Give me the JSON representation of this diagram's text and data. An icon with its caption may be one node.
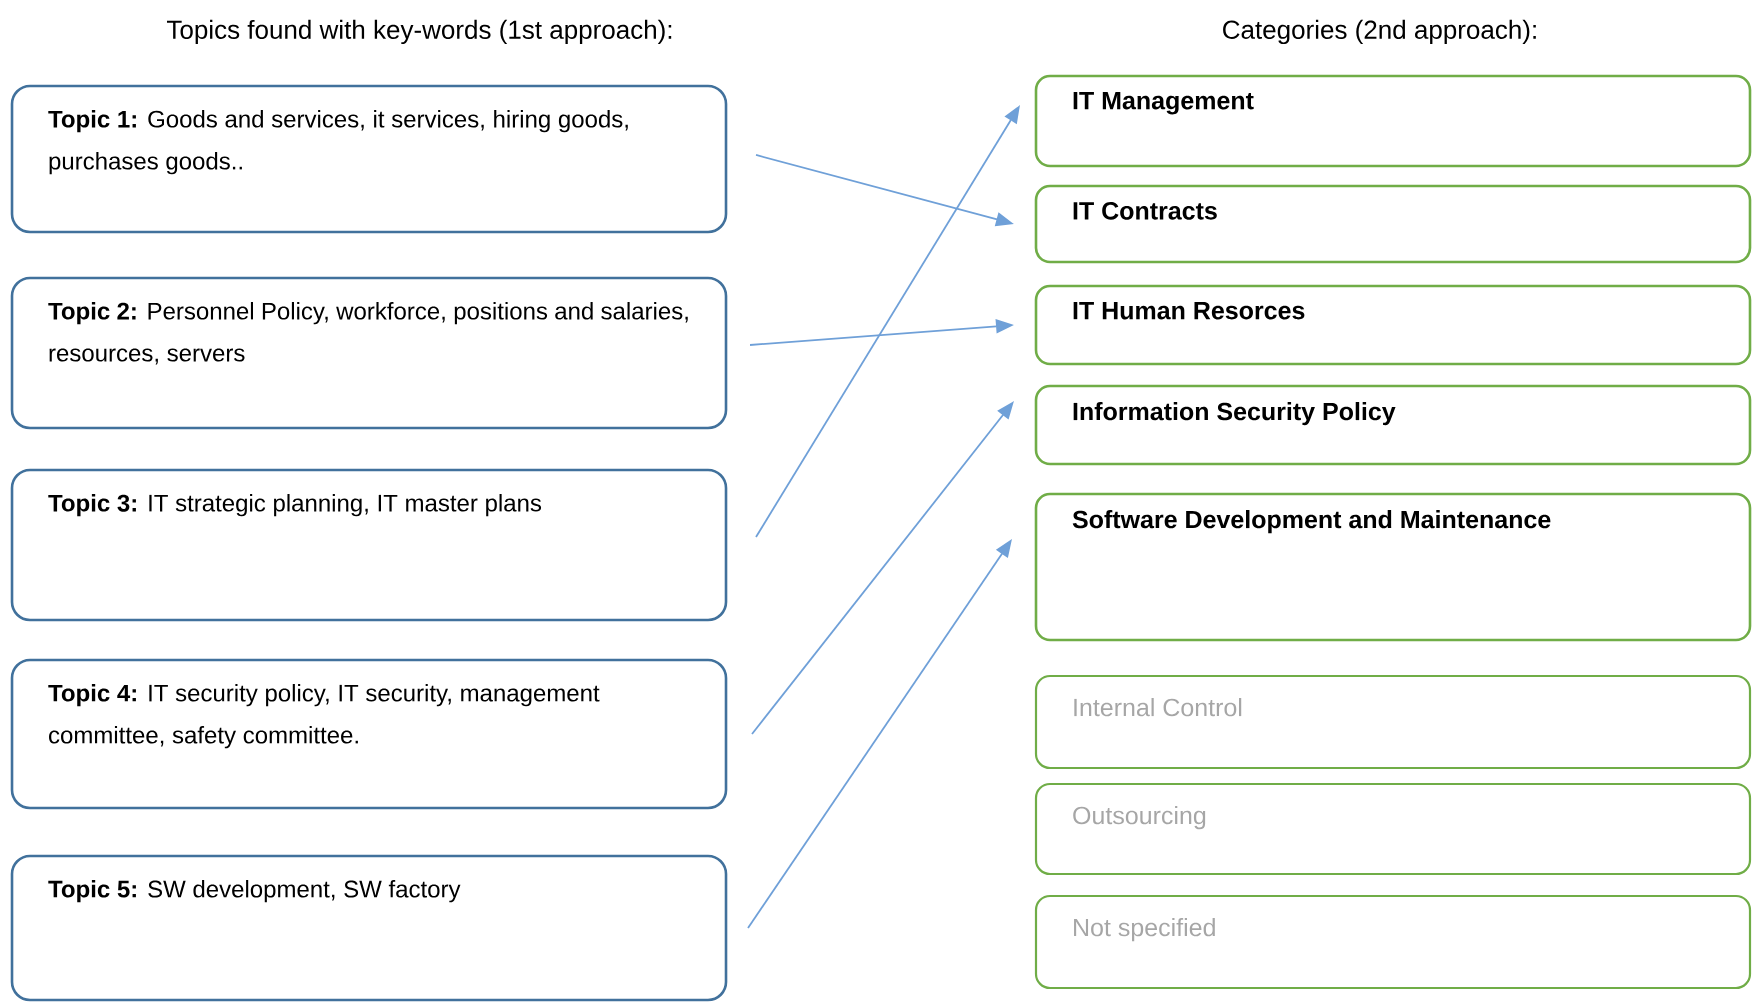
{
  "diagram": {
    "nodes": [
      {
        "text": [
          "**Topic 1:** Goods and services, it services, hiring goods, purchases goods.."
        ]
      },
      {
        "text": [
          "**Topic 2:** Personnel Policy, workforce, positions and salaries, resources, servers"
        ]
      },
      {
        "text": [
          "**Topic 3:** IT strategic planning, IT master plans"
        ]
      },
      {
        "text": [
          "**Topic 4:** IT security policy, IT security, management committee, safety committee."
        ]
      },
      {
        "text": [
          "**Topic 5:** SW development, SW factory"
        ]
      },
      {
        "text": [
          "IT Management"
        ]
      },
      {
        "text": [
          "IT Contracts"
        ]
      },
      {
        "text": [
          "IT Human Resorces"
        ]
      },
      {
        "text": [
          "Information Security Policy"
        ]
      },
      {
        "text": [
          "Software Development and Maintenance"
        ]
      },
      {
        "text": [
          "Internal Control"
        ]
      },
      {
        "text": [
          "Outsourcing"
        ]
      },
      {
        "text": [
          "Not specified"
        ]
      }
    ],
    "edges": [
      {
        "from": 0,
        "to": 6,
        "arrow": "to"
      },
      {
        "from": 1,
        "to": 7,
        "arrow": "to"
      },
      {
        "from": 2,
        "to": 5,
        "arrow": "to"
      },
      {
        "from": 3,
        "to": 8,
        "arrow": "to"
      },
      {
        "from": 4,
        "to": 9,
        "arrow": "to"
      }
    ],
    "labels": [
      "Topics found with key-words (1st approach):",
      "Categories (2nd approach):"
    ]
  }
}
